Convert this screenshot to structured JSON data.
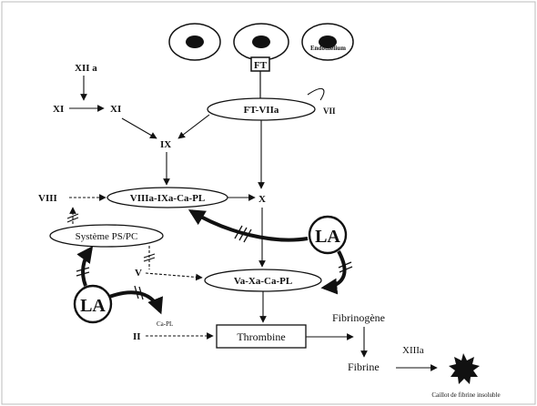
{
  "labels": {
    "xiia": "XII a",
    "xi_left": "XI",
    "xi_right": "XI",
    "ix": "IX",
    "ft": "FT",
    "endothelium": "Endothelium",
    "ft_viia": "FT-VIIa",
    "vii": "VII",
    "viii": "VIII",
    "viiia_complex": "VIIIa-IXa-Ca-PL",
    "x": "X",
    "systeme": "Système PS/PC",
    "la_right": "LA",
    "la_left": "LA",
    "v": "V",
    "va_complex": "Va-Xa-Ca-PL",
    "ii": "II",
    "ca_pl": "Ca-PL",
    "thrombine": "Thrombine",
    "fibrinogene": "Fibrinogène",
    "fibrine": "Fibrine",
    "xiiia": "XIIIa",
    "caillot": "Caillot de fibrine insoluble"
  }
}
